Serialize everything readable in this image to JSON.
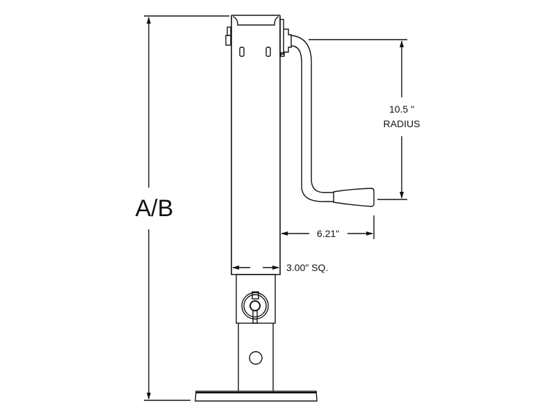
{
  "diagram": {
    "subject": "trailer jack side view with crank handle",
    "labels": {
      "overall_height": "A/B",
      "handle_radius_value": "10.5 \"",
      "handle_radius_label": "RADIUS",
      "handle_offset": "6.21\"",
      "tube_size": "3.00\" SQ."
    },
    "colors": {
      "line": "#111111",
      "background": "#ffffff"
    }
  }
}
